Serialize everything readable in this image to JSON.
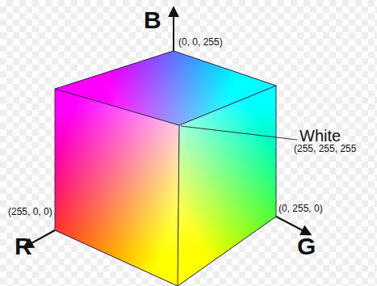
{
  "diagram": {
    "labels": [
      "B",
      "(0, 0, 255)",
      "White",
      "(255, 255, 255",
      "(255, 0, 0)",
      "R",
      "(0, 255, 0)",
      "G"
    ]
  }
}
